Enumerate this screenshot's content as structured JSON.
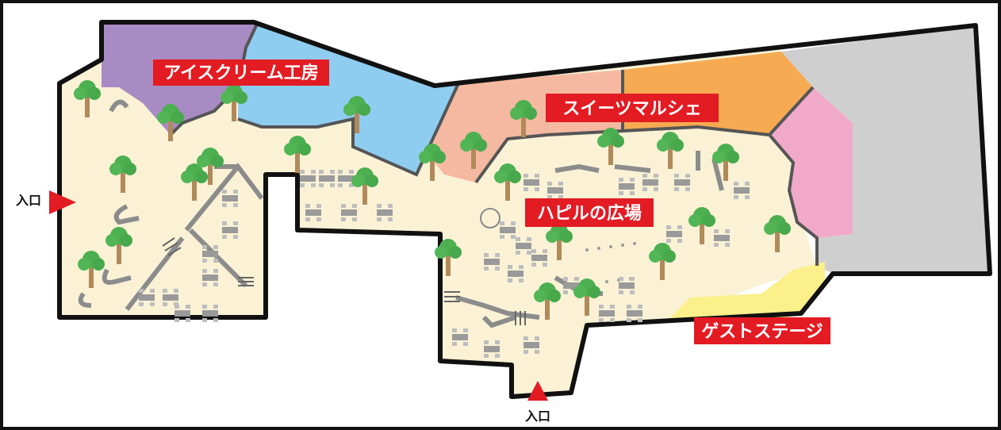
{
  "map": {
    "zones": {
      "ice_cream": {
        "label": "アイスクリーム工房",
        "color": "#a98bc4"
      },
      "sweets_marche": {
        "label": "スイーツマルシェ",
        "color": "#f5b9a1"
      },
      "hapil_plaza": {
        "label": "ハピルの広場",
        "color": "#fbf2d6"
      },
      "guest_stage": {
        "label": "ゲストステージ",
        "color": "#fbf08a"
      }
    },
    "other_zone_colors": {
      "shop_blue": "#8ecdf0",
      "shop_orange": "#f6aa52",
      "shop_pink": "#f1a9c9",
      "shop_gray": "#cfcfd0"
    },
    "label_color": "#e31b23",
    "entrances": [
      {
        "label": "入口",
        "direction": "left"
      },
      {
        "label": "入口",
        "direction": "bottom"
      }
    ],
    "icons": [
      "tree-icon",
      "table-icon",
      "entrance-arrow-icon"
    ]
  }
}
